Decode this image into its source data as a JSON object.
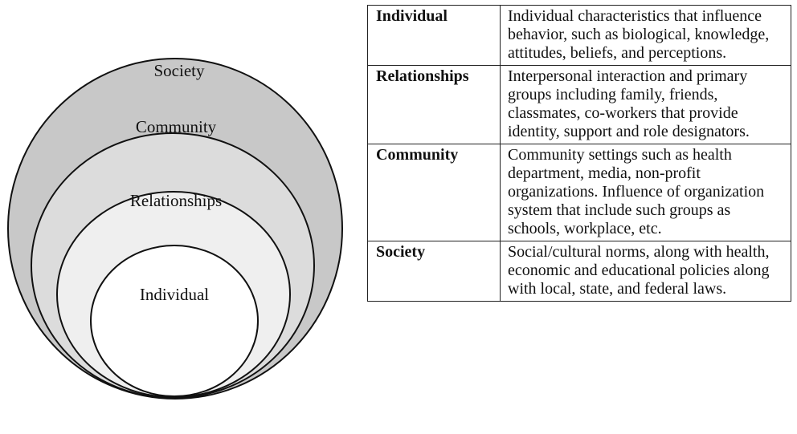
{
  "diagram": {
    "levels": [
      {
        "label": "Society",
        "fill": "#c8c8c8"
      },
      {
        "label": "Community",
        "fill": "#dcdcdc"
      },
      {
        "label": "Relationships",
        "fill": "#efefef"
      },
      {
        "label": "Individual",
        "fill": "#ffffff"
      }
    ],
    "stroke_color": "#111111"
  },
  "table": {
    "rows": [
      {
        "term": "Individual",
        "description": "Individual characteristics that influence behavior, such as biological, knowledge, attitudes, beliefs, and perceptions."
      },
      {
        "term": "Relationships",
        "description": "Interpersonal interaction and primary groups including family, friends, classmates, co-workers that provide identity, support and role designators."
      },
      {
        "term": "Community",
        "description": "Community settings such as health department, media, non-profit organizations. Influence of organization system that include such groups as schools, workplace, etc."
      },
      {
        "term": "Society",
        "description": "Social/cultural norms, along with health, economic and educational policies along with local, state, and federal laws."
      }
    ]
  }
}
